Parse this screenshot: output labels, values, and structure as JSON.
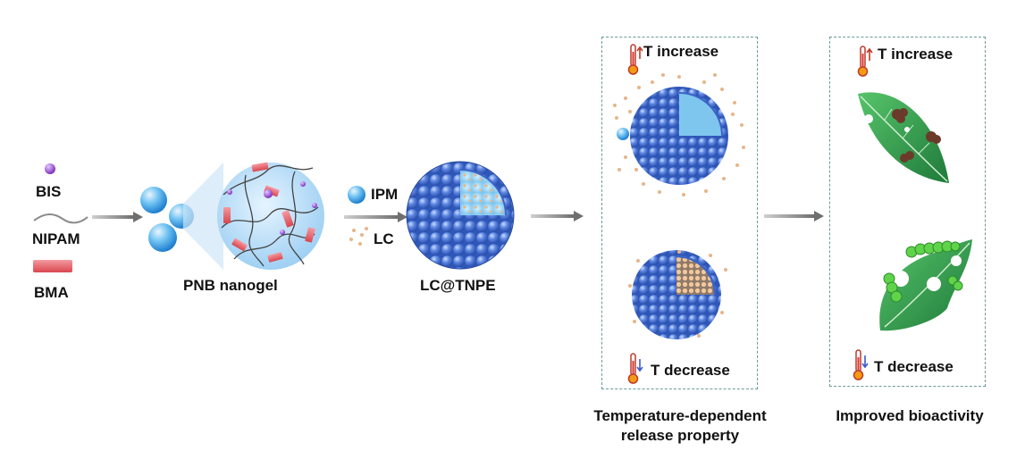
{
  "reagents": {
    "bis": "BIS",
    "nipam": "NIPAM",
    "bma": "BMA"
  },
  "nanogel_label": "PNB nanogel",
  "loading": {
    "ipm": "IPM",
    "lc": "LC"
  },
  "product_label": "LC@TNPE",
  "release_panel": {
    "top": "T increase",
    "bottom": "T decrease",
    "caption_line1": "Temperature-dependent",
    "caption_line2": "release property"
  },
  "bio_panel": {
    "top": "T increase",
    "bottom": "T decrease",
    "caption": "Improved bioactivity"
  },
  "colors": {
    "sphere_blue": "#4a78d8",
    "gel_blue": "#5fb3ec",
    "lc_dot": "#e6b58a",
    "bma_red": "#e8626a",
    "bis_purple": "#9b4fd0",
    "leaf_green": "#2f9e4a",
    "arrow_gray": "#7a7a7a"
  }
}
